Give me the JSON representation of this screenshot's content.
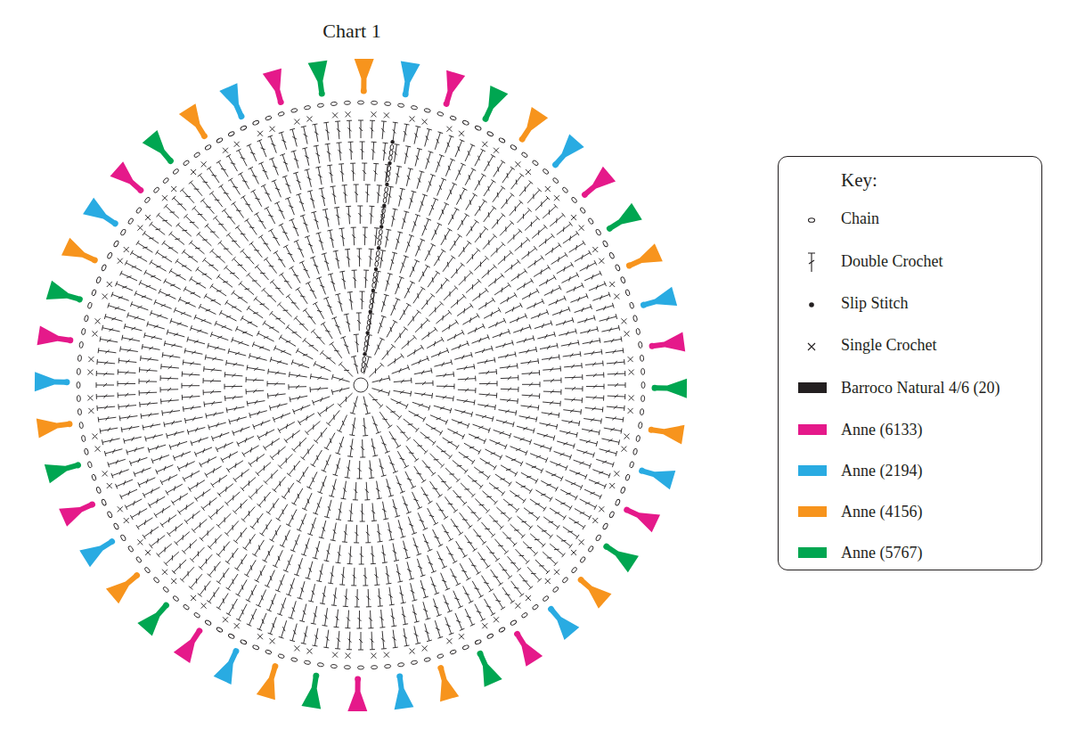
{
  "diagram": {
    "title": "Chart 1",
    "nodes": [
      {
        "text": [
          "Key:"
        ]
      }
    ],
    "legend": [
      {
        "text": "Chain"
      },
      {
        "text": "Double Crochet"
      },
      {
        "text": "Slip Stitch"
      },
      {
        "text": "Single Crochet"
      },
      {
        "text": "Barroco Natural 4/6 (20)",
        "color": "#231f20"
      },
      {
        "text": "Anne (6133)",
        "color": "#e5198a"
      },
      {
        "text": "Anne (2194)",
        "color": "#29abe2"
      },
      {
        "text": "Anne (4156)",
        "color": "#f7941d"
      },
      {
        "text": "Anne (5767)",
        "color": "#00a651"
      }
    ]
  }
}
